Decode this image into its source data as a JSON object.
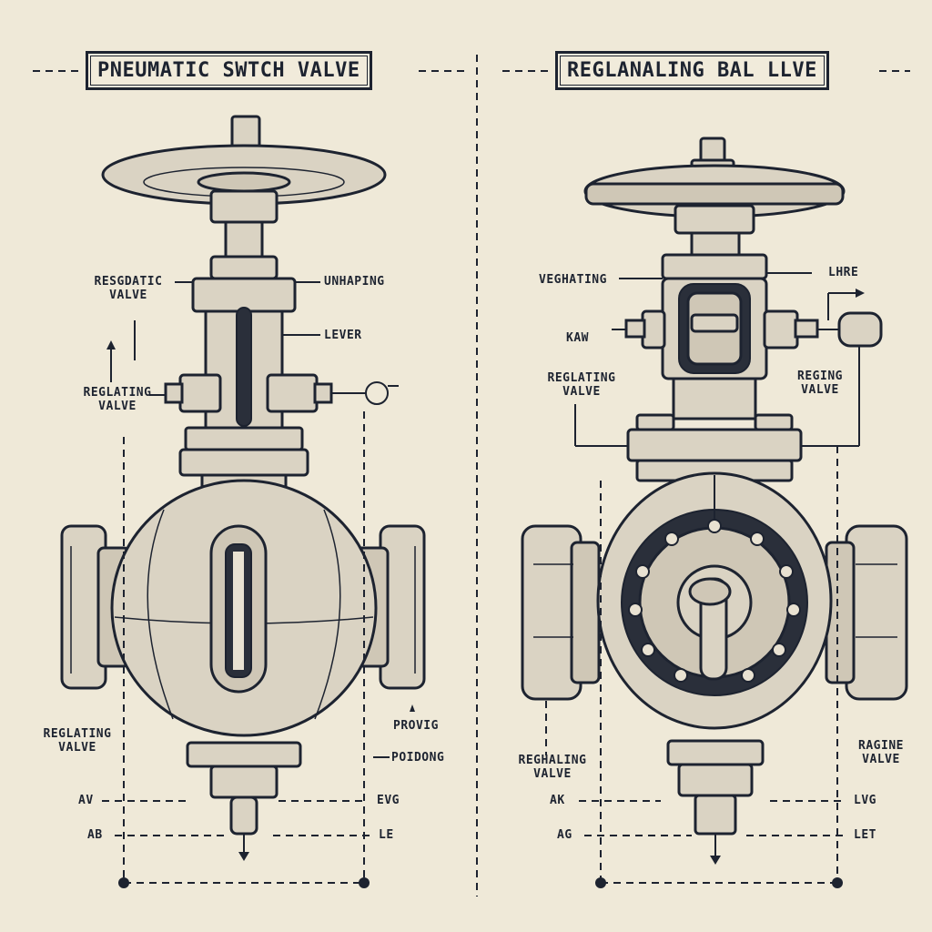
{
  "panels": {
    "left": {
      "title": "PNEUMATIC SWTCH VALVE",
      "labels": {
        "top_left": "RESGDATIC\nVALVE",
        "top_right": "UNHAPING",
        "lever": "LEVER",
        "mid_left": "REGLATING\nVALVE",
        "bottom_left": "REGLATING\nVALVE",
        "bottom_right_1": "PROVIG",
        "bottom_right_2": "POIDONG",
        "dim_1": "AV",
        "dim_2": "AB",
        "dim_3": "EVG",
        "dim_4": "LE"
      }
    },
    "right": {
      "title": "REGLANALING BAL LLVE",
      "labels": {
        "top_left": "VEGHATING",
        "top_right": "LHRE",
        "kaw": "KAW",
        "mid_left": "REGLATING\nVALVE",
        "mid_right": "REGING\nVALVE",
        "bottom_left": "REGHALING\nVALVE",
        "bottom_right": "RAGINE\nVALVE",
        "dim_1": "AK",
        "dim_2": "AG",
        "dim_3": "LVG",
        "dim_4": "LET"
      }
    }
  },
  "colors": {
    "background": "#efe9d8",
    "ink": "#1d2330",
    "metal": "#dad3c3"
  }
}
